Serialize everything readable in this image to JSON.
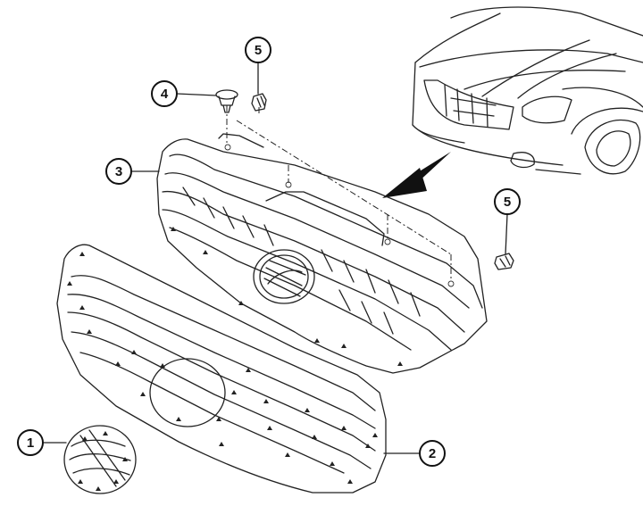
{
  "callouts": [
    {
      "id": "1",
      "label": "1"
    },
    {
      "id": "2",
      "label": "2"
    },
    {
      "id": "3",
      "label": "3"
    },
    {
      "id": "4",
      "label": "4"
    },
    {
      "id": "5a",
      "label": "5"
    },
    {
      "id": "5b",
      "label": "5"
    }
  ],
  "colors": {
    "ink": "#222222",
    "background": "#ffffff"
  }
}
